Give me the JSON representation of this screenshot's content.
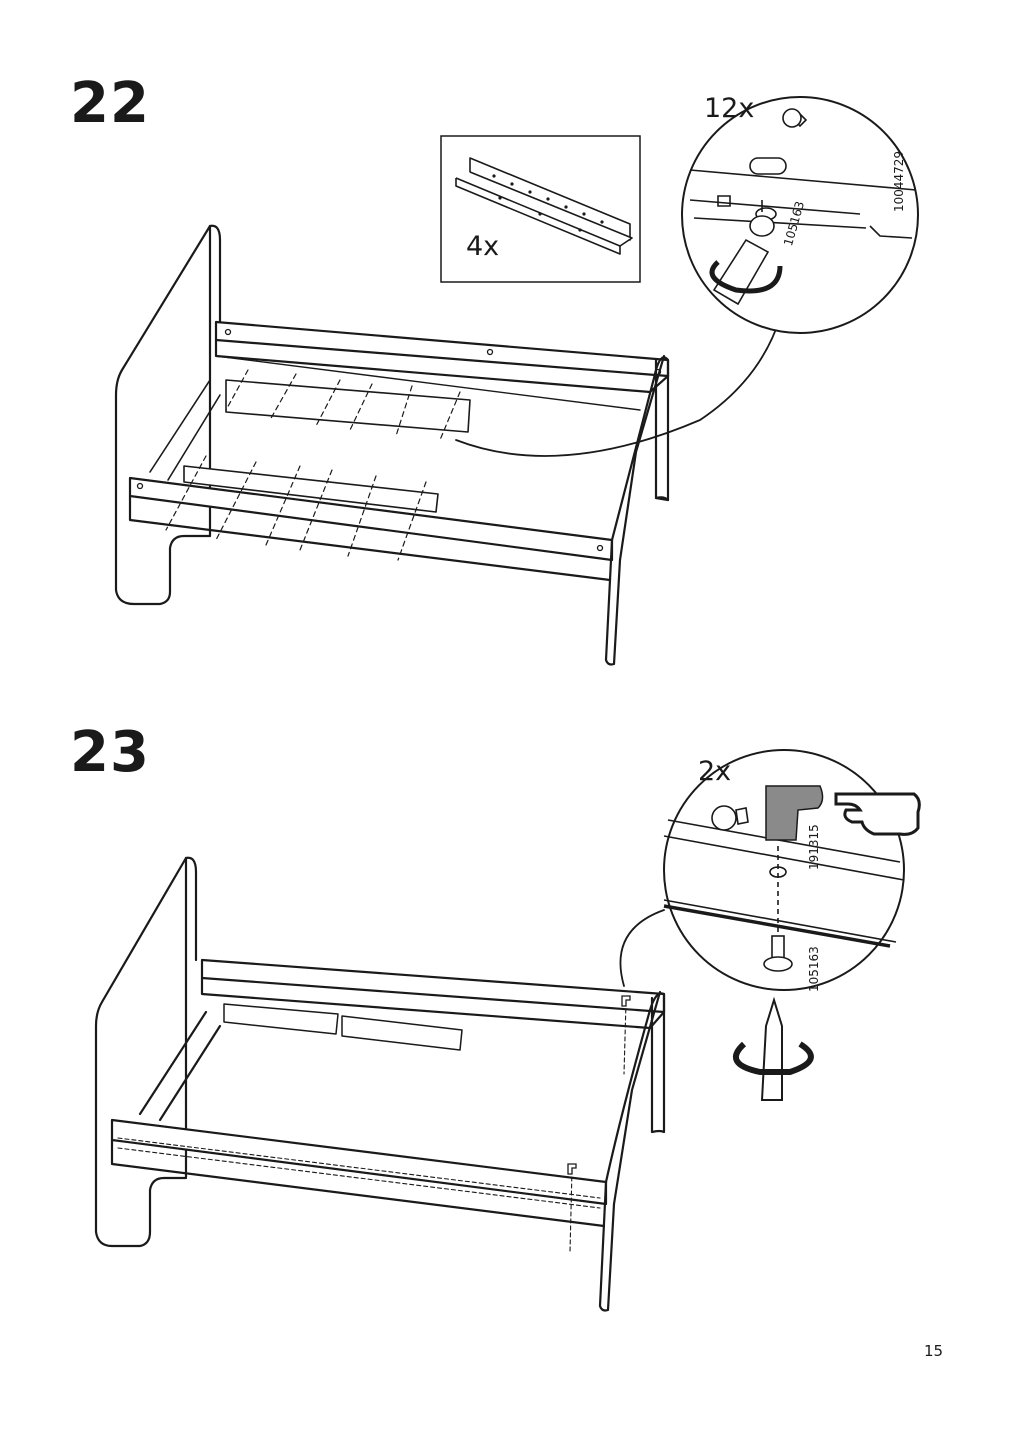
{
  "page": {
    "number": "15"
  },
  "steps": [
    {
      "number": "22",
      "part_callout": {
        "quantity": "4x"
      },
      "detail_callout": {
        "quantity": "12x",
        "screw_part": "105163",
        "rail_part": "10044729"
      }
    },
    {
      "number": "23",
      "detail_callout": {
        "quantity": "2x",
        "bracket_part": "191315",
        "screw_part": "105163"
      }
    }
  ],
  "icons": [
    "bed-frame-illustration",
    "rail-bracket-icon",
    "screw-icon",
    "screwdriver-icon",
    "rotate-arrow-icon",
    "pointing-hand-icon",
    "angle-bracket-icon"
  ]
}
